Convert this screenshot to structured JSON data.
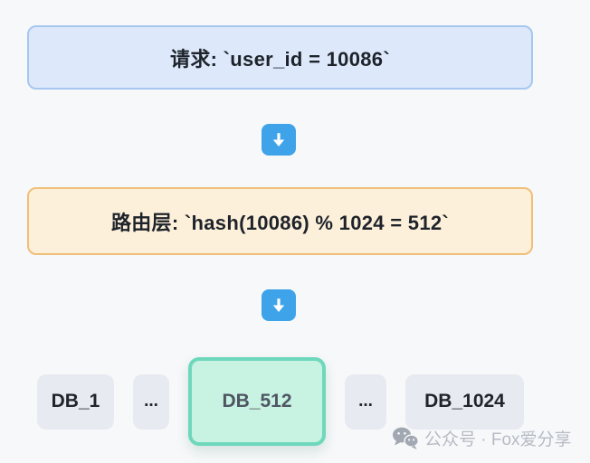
{
  "flow": {
    "request_box": {
      "text": "请求: `user_id = 10086`"
    },
    "router_box": {
      "text": "路由层: `hash(10086) % 1024 = 512`"
    },
    "databases": [
      {
        "label": "DB_1",
        "highlighted": false
      },
      {
        "label": "...",
        "highlighted": false
      },
      {
        "label": "DB_512",
        "highlighted": true
      },
      {
        "label": "...",
        "highlighted": false
      },
      {
        "label": "DB_1024",
        "highlighted": false
      }
    ]
  },
  "icons": {
    "arrow_1": "down-arrow-icon",
    "arrow_2": "down-arrow-icon",
    "watermark": "wechat-icon"
  },
  "watermark": {
    "text": "公众号 · Fox爱分享"
  },
  "colors": {
    "page_bg": "#f7f8fa",
    "request_bg": "#dde9fb",
    "request_border": "#a6c7f0",
    "router_bg": "#fdf0da",
    "router_border": "#f0bf78",
    "arrow_bg": "#3ea3e9",
    "db_bg": "#e7eaf0",
    "db_text": "#20252d",
    "db_highlight_bg": "#c8f2e1",
    "db_highlight_border": "#6ed8bc",
    "db_highlight_text": "#4e5663",
    "text_dark": "#1e232b",
    "watermark_text": "#b6bbc4"
  }
}
